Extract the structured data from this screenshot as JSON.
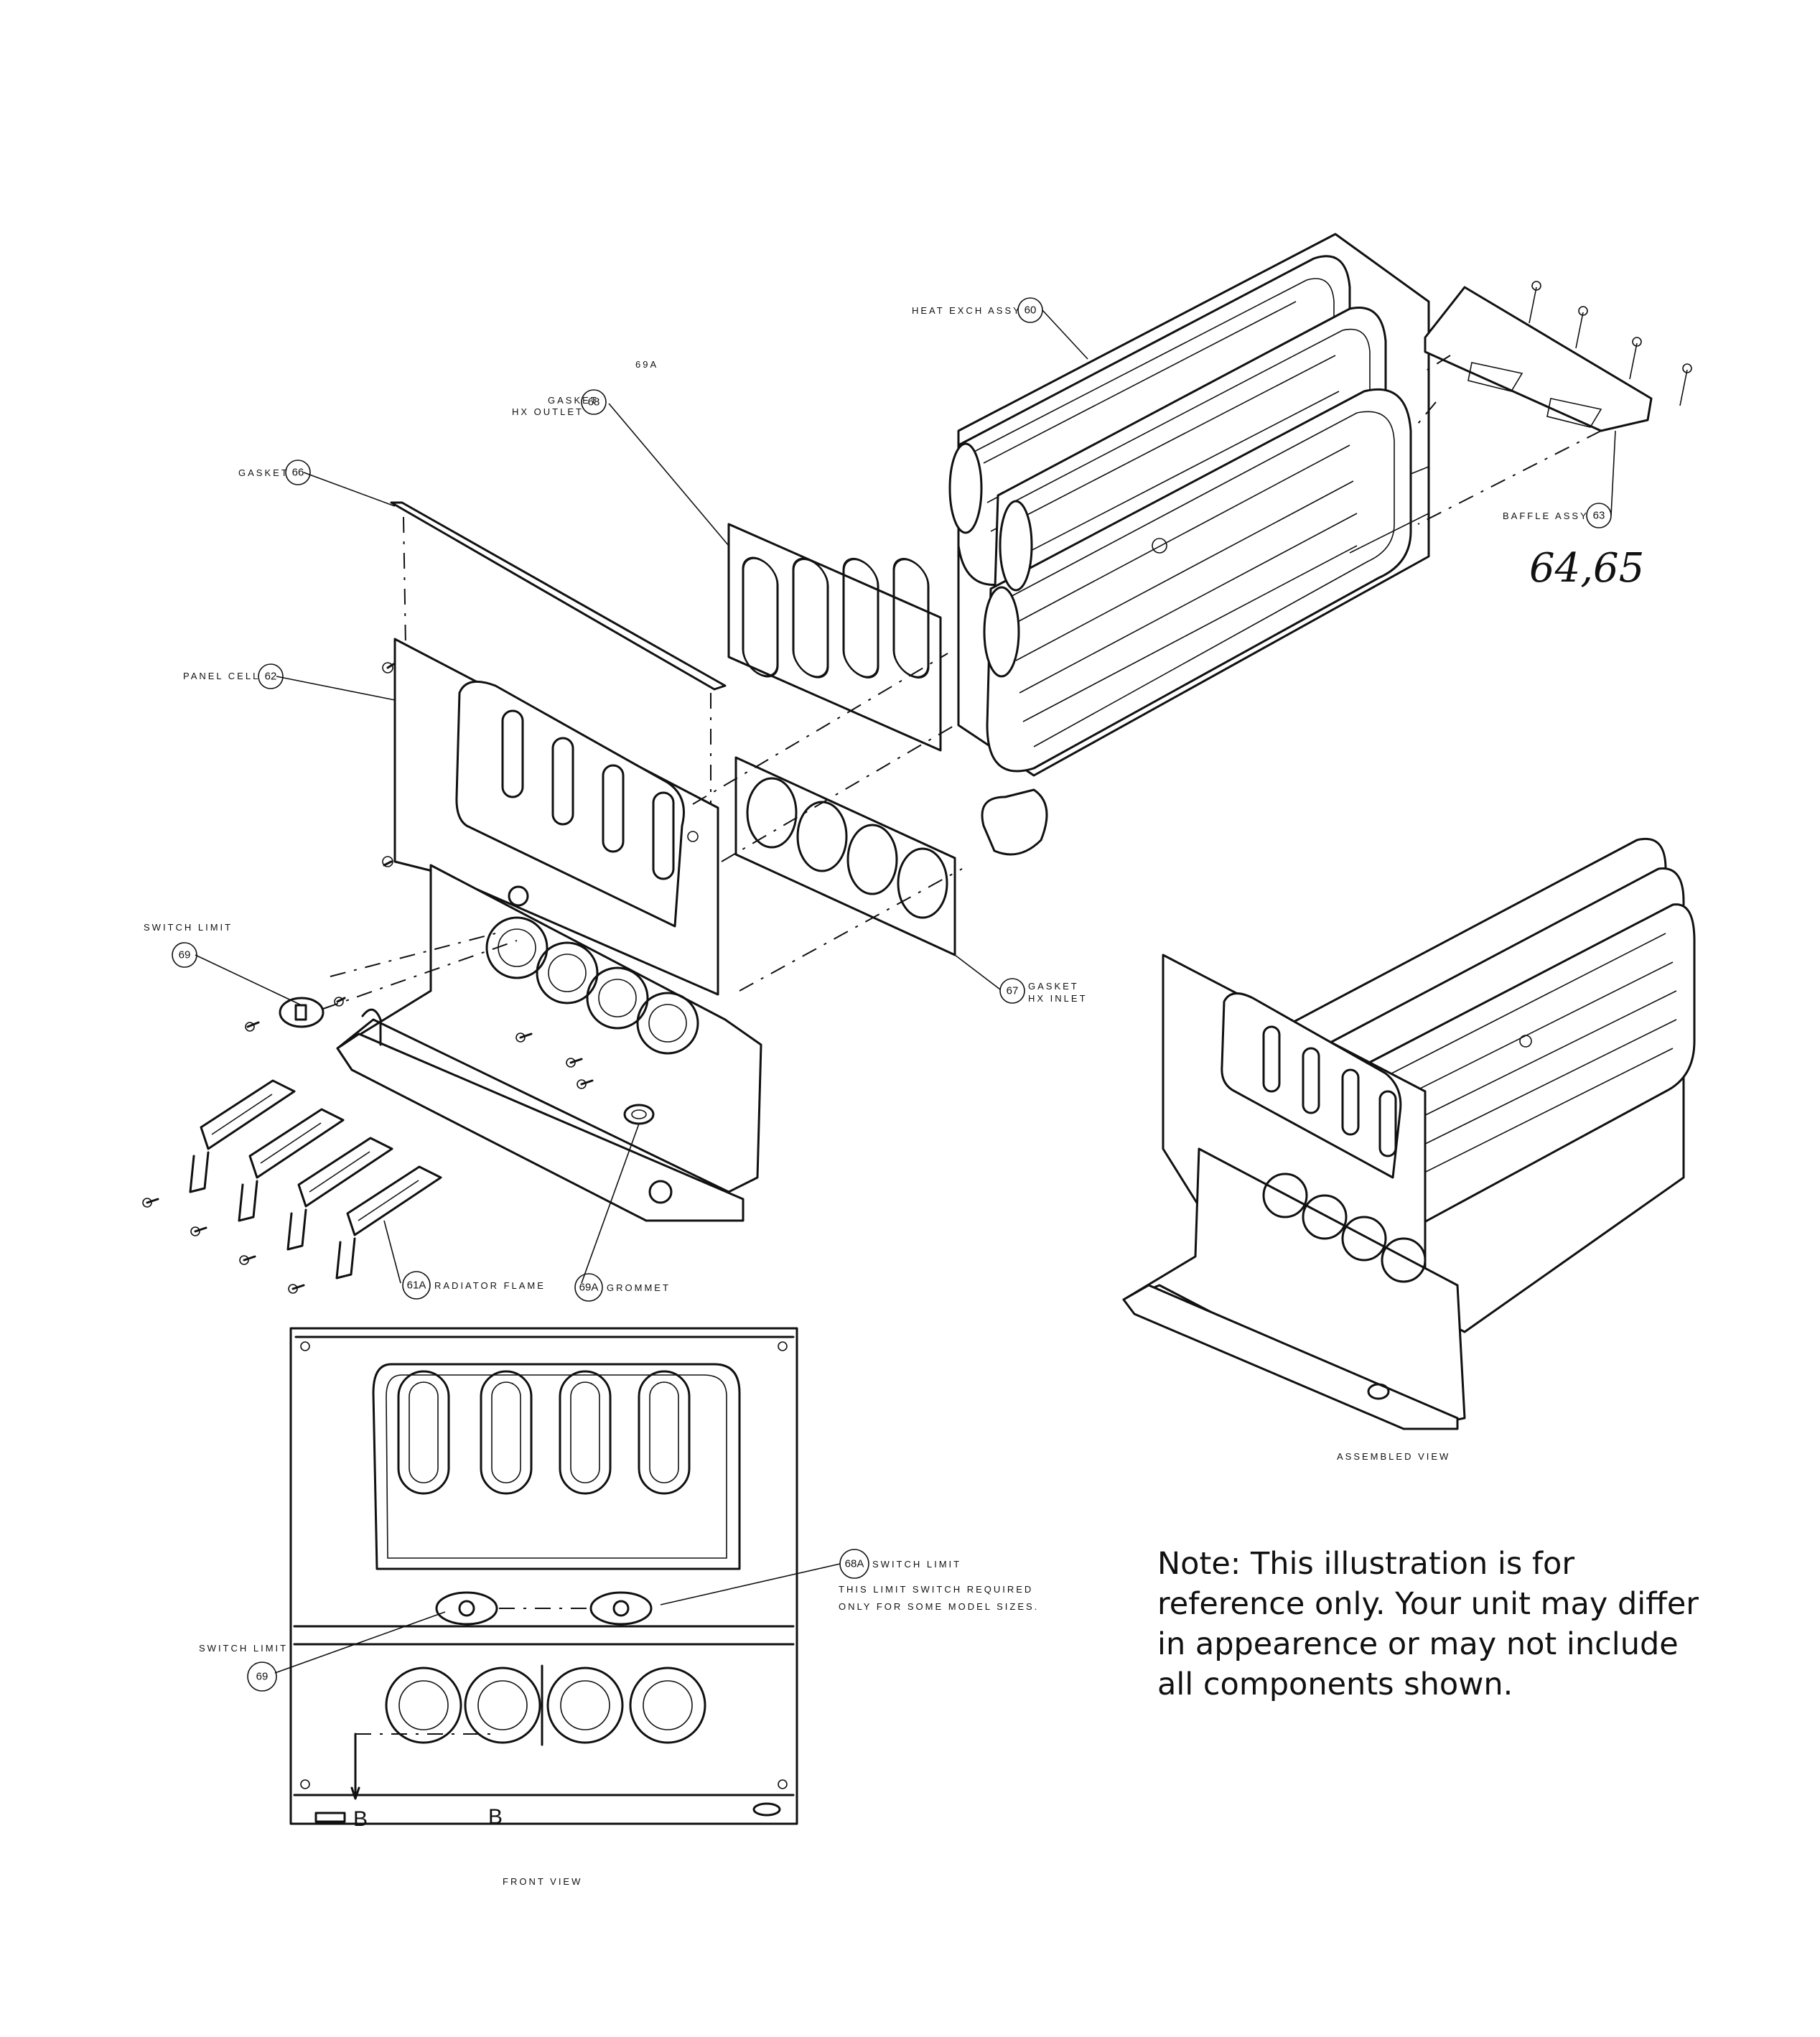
{
  "labels": {
    "heat_exch": {
      "text": "HEAT EXCH ASSY",
      "num": "60"
    },
    "baffle": {
      "text": "BAFFLE ASSY",
      "num": "63"
    },
    "handwritten": "64,65",
    "stray_69a": "69A",
    "gasket_hx_outlet": {
      "line1": "GASKET",
      "line2": "HX OUTLET",
      "num": "68"
    },
    "gasket": {
      "text": "GASKET",
      "num": "66"
    },
    "panel_cell": {
      "text": "PANEL CELL",
      "num": "62"
    },
    "switch_limit_top": {
      "text": "SWITCH LIMIT",
      "num": "69"
    },
    "gasket_hx_inlet": {
      "line1": "GASKET",
      "line2": "HX INLET",
      "num": "67"
    },
    "radiator_flame": {
      "text": "RADIATOR FLAME",
      "num": "61A"
    },
    "grommet": {
      "text": "GROMMET",
      "num": "69A"
    },
    "assembled_view": "ASSEMBLED VIEW",
    "switch_limit_68a": {
      "text": "SWITCH LIMIT",
      "num": "68A"
    },
    "limit_note_1": "THIS LIMIT SWITCH REQUIRED",
    "limit_note_2": "ONLY FOR SOME MODEL SIZES.",
    "switch_limit_front": {
      "text": "SWITCH LIMIT",
      "num": "69"
    },
    "section_b_left": "B",
    "section_b_right": "B",
    "front_view": "FRONT VIEW"
  },
  "note": "Note: This illustration is for reference only. Your unit may differ in appearence or may not include all components shown."
}
